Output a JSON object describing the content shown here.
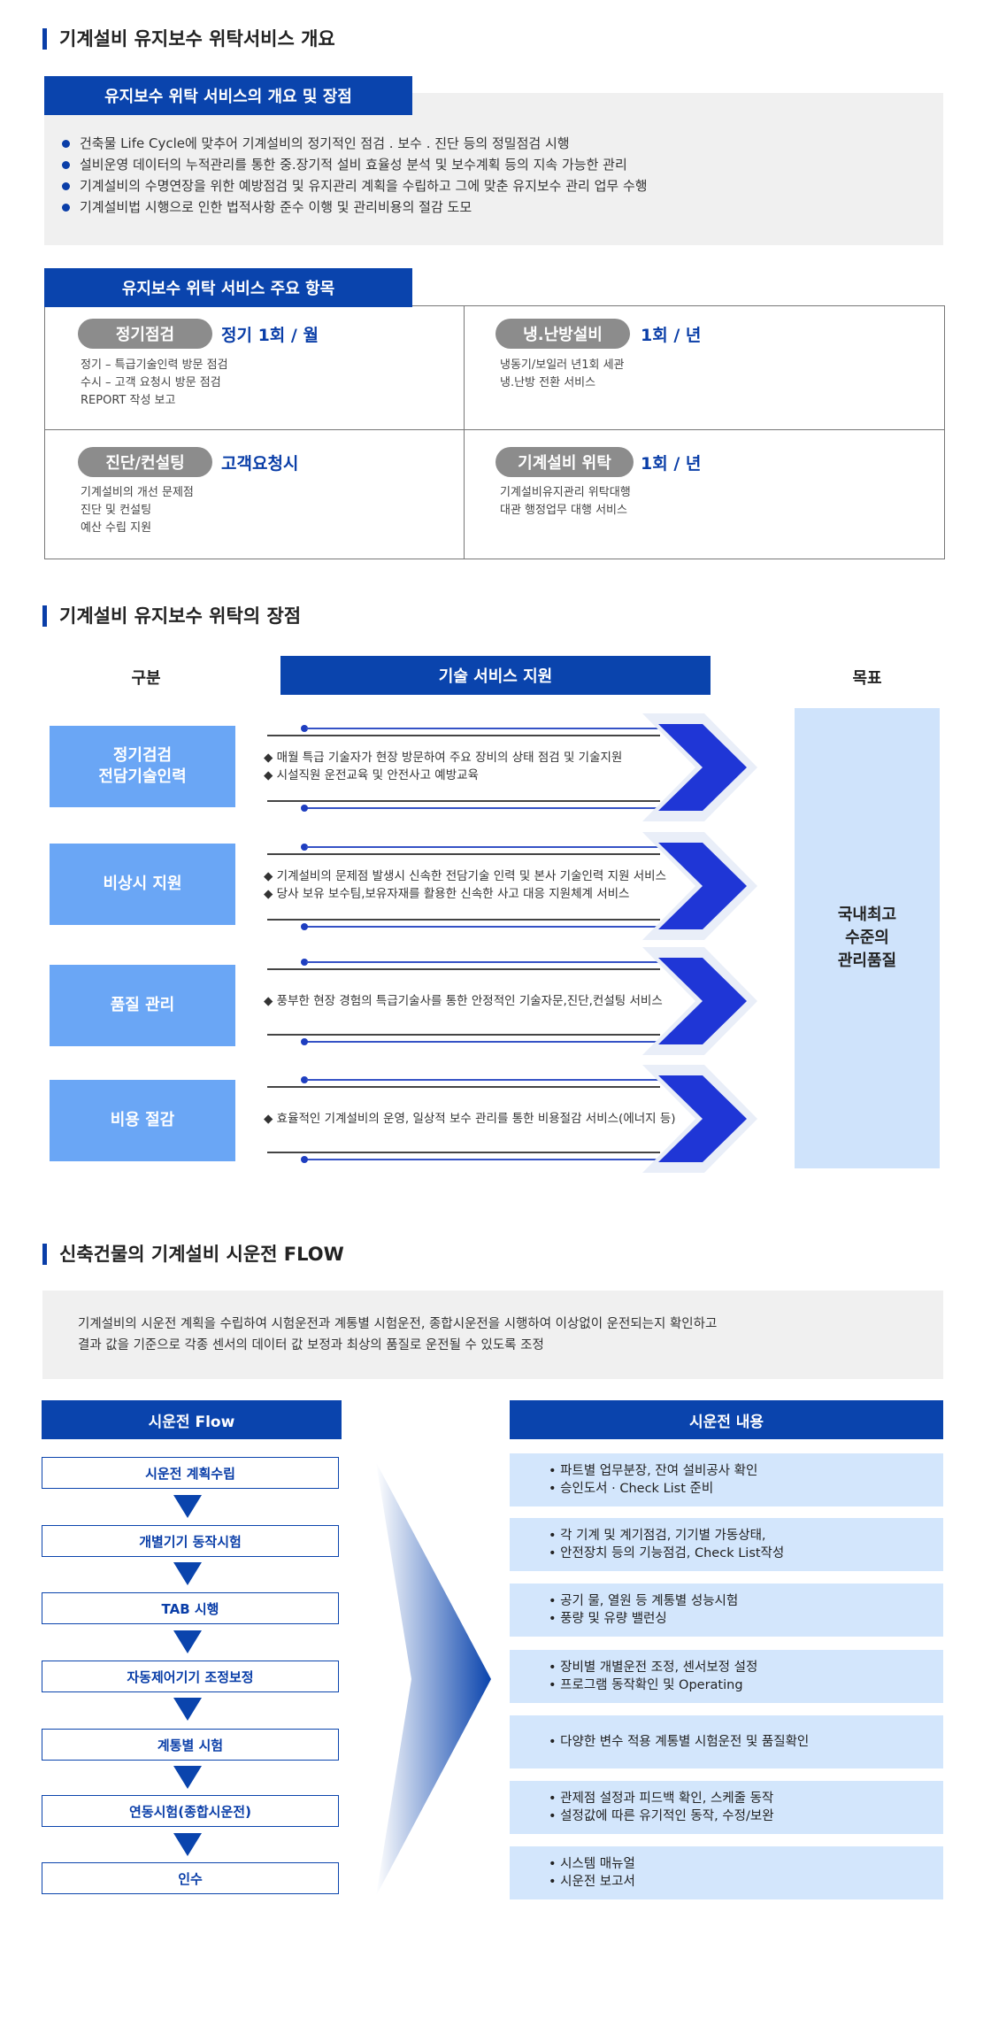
{
  "section1": {
    "title": "기계설비 유지보수 위탁서비스 개요",
    "overview_tab": "유지보수 위탁 서비스의 개요 및 장점",
    "overview_items": [
      "건축물 Life Cycle에 맞추어 기계설비의 정기적인 점검 . 보수 . 진단 등의 정밀점검 시행",
      "설비운영 데이터의 누적관리를 통한 중.장기적 설비 효율성 분석 및 보수계획 등의 지속 가능한 관리",
      "기계설비의 수명연장을 위한 예방점검 및 유지관리 계획을 수립하고 그에 맞춘 유지보수 관리 업무 수행",
      "기계설비법 시행으로 인한 법적사항 준수 이행 및 관리비용의 절감 도모"
    ],
    "services_tab": "유지보수 위탁 서비스 주요 항목",
    "services": [
      {
        "name": "정기점검",
        "freq": "정기 1회 / 월",
        "desc": [
          "정기 – 특급기술인력 방문 점검",
          "수시 – 고객 요청시 방문 점검",
          "REPORT 작성 보고"
        ]
      },
      {
        "name": "냉.난방설비",
        "freq": "1회 / 년",
        "desc": [
          "냉동기/보일러 년1회 세관",
          "냉.난방 전환 서비스"
        ]
      },
      {
        "name": "진단/컨설팅",
        "freq": "고객요청시",
        "desc": [
          "기계설비의 개선 문제점",
          "진단 및 컨설팅",
          "예산 수립 지원"
        ]
      },
      {
        "name": "기계설비 위탁",
        "freq": "1회 / 년",
        "desc": [
          "기계설비유지관리 위탁대행",
          "대관 행정업무 대행 서비스"
        ]
      }
    ]
  },
  "section2": {
    "title": "기계설비 유지보수 위탁의 장점",
    "col_category": "구분",
    "col_support": "기술 서비스 지원",
    "col_goal": "목표",
    "goal": "국내최고\n수준의\n관리품질",
    "rows": [
      {
        "label": "정기검검\n전담기술인력",
        "texts": [
          "◆ 매월 특급 기술자가 현장 방문하여 주요 장비의 상태 점검 및 기술지원",
          "◆ 시설직원 운전교육 및 안전사고 예방교육"
        ]
      },
      {
        "label": "비상시 지원",
        "texts": [
          "◆ 기계설비의 문제점 발생시 신속한 전담기술 인력 및 본사 기술인력 지원 서비스",
          "◆ 당사 보유 보수팀,보유자재를 활용한 신속한 사고 대응 지원체계 서비스"
        ]
      },
      {
        "label": "품질 관리",
        "texts": [
          "◆ 풍부한 현장 경험의 특급기술사를 통한 안정적인 기술자문,진단,컨설팅 서비스"
        ]
      },
      {
        "label": "비용 절감",
        "texts": [
          "◆ 효율적인 기계설비의 운영, 일상적 보수 관리를 통한 비용절감 서비스(에너지 등)"
        ]
      }
    ]
  },
  "section3": {
    "title": "신축건물의 기계설비 시운전 FLOW",
    "intro": [
      "기계설비의 시운전 계획을 수립하여 시험운전과 계통별 시험운전, 종합시운전을 시행하여 이상없이 운전되는지 확인하고",
      "결과 값을 기준으로 각종 센서의 데이터 값 보정과 최상의 품질로 운전될 수 있도록 조정"
    ],
    "flow_head": "시운전 Flow",
    "content_head": "시운전 내용",
    "steps": [
      "시운전 계획수립",
      "개별기기 동작시험",
      "TAB 시행",
      "자동제어기기 조정보정",
      "계통별 시험",
      "연동시험(종합시운전)",
      "인수"
    ],
    "contents": [
      [
        "• 파트별 업무분장, 잔여 설비공사 확인",
        "• 승인도서 · Check List 준비"
      ],
      [
        "• 각 기계 및 계기점검, 기기별 가동상태,",
        "• 안전장치 등의 기능점검, Check List작성"
      ],
      [
        "• 공기 물, 열원 등 계통별 성능시험",
        "• 풍량 및 유량 밸런싱"
      ],
      [
        "• 장비별 개별운전 조정, 센서보정 설정",
        "• 프로그램 동작확인 및 Operating"
      ],
      [
        "• 다양한 변수 적용 계통별 시험운전 및 품질확인"
      ],
      [
        "• 관제점 설정과 피드백 확인, 스케줄 동작",
        "• 설정값에 따른 유기적인 동작, 수정/보완"
      ],
      [
        "• 시스템 매뉴얼",
        "• 시운전 보고서"
      ]
    ]
  },
  "colors": {
    "brand_blue": "#0a44ad",
    "light_blue": "#6aa6f5",
    "pale_blue": "#cfe3fb",
    "pill_gray": "#8c8c8c",
    "chevron_blue": "#1f36d6"
  }
}
